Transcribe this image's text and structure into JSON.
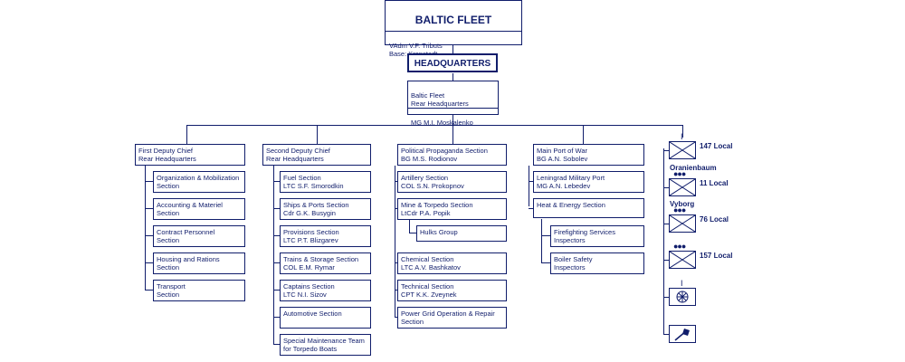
{
  "fleet": {
    "title": "BALTIC FLEET",
    "commander": "VAdm  V.F. Tributs",
    "base": "Base:  Kronstadt"
  },
  "hq": {
    "label": "HEADQUARTERS"
  },
  "rear_hq": {
    "title": "Baltic Fleet\nRear Headquarters",
    "commander": "MG  M.I. Moskalenko"
  },
  "col1": {
    "head": "First Deputy Chief\nRear Headquarters",
    "items": [
      "Organization & Mobilization\nSection",
      "Accounting & Materiel\nSection",
      "Contract Personnel\nSection",
      "Housing and Rations\nSection",
      "Transport\nSection"
    ]
  },
  "col2": {
    "head": "Second Deputy Chief\nRear Headquarters",
    "items": [
      "Fuel  Section\n   LTC  S.F. Smorodkin",
      "Ships & Ports Section\n   Cdr  G.K. Busygin",
      "Provisions Section\n   LTC  P.T. Blizgarev",
      "Trains & Storage Section\n   COL  E.M. Rymar",
      "Captains Section\n   LTC  N.I. Sizov",
      "Automotive Section",
      "Special Maintenance Team\nfor Torpedo Boats"
    ]
  },
  "col3": {
    "items": [
      "Political Propaganda Section\n   BG  M.S. Rodionov",
      "Artillery Section\n   COL  S.N. Prokopnov",
      "Mine & Torpedo Section\nLtCdr  P.A. Popik",
      "Chemical Section\n   LTC  A.V. Bashkatov",
      "Technical Section\n   CPT  K.K. Zveynek",
      "Power Grid Operation & Repair\nSection"
    ],
    "hulks": "Hulks Group"
  },
  "col4": {
    "items": [
      "Main Port of War\n   BG  A.N. Sobolev",
      "Leningrad Military Port\n   MG  A.N. Lebedev",
      "Heat & Energy Section"
    ],
    "sub": [
      "Firefighting Services\nInspectors",
      "Boiler Safety\nInspectors"
    ]
  },
  "units": [
    {
      "label": "147 Local",
      "above": "I",
      "above_label": ""
    },
    {
      "label": "11 Local",
      "above": "●●●",
      "above_label": "Oranienbaum"
    },
    {
      "label": "76 Local",
      "above": "●●●",
      "above_label": "Vyborg"
    },
    {
      "label": "157 Local",
      "above": "●●●",
      "above_label": ""
    },
    {
      "label": "",
      "above": "I",
      "above_label": ""
    },
    {
      "label": "",
      "above": "",
      "above_label": ""
    }
  ],
  "colors": {
    "line": "#101d6b",
    "background": "#ffffff"
  },
  "icons": [
    "infantry-icon",
    "infantry-icon",
    "infantry-icon",
    "infantry-icon",
    "wheel-icon",
    "engineer-icon"
  ]
}
